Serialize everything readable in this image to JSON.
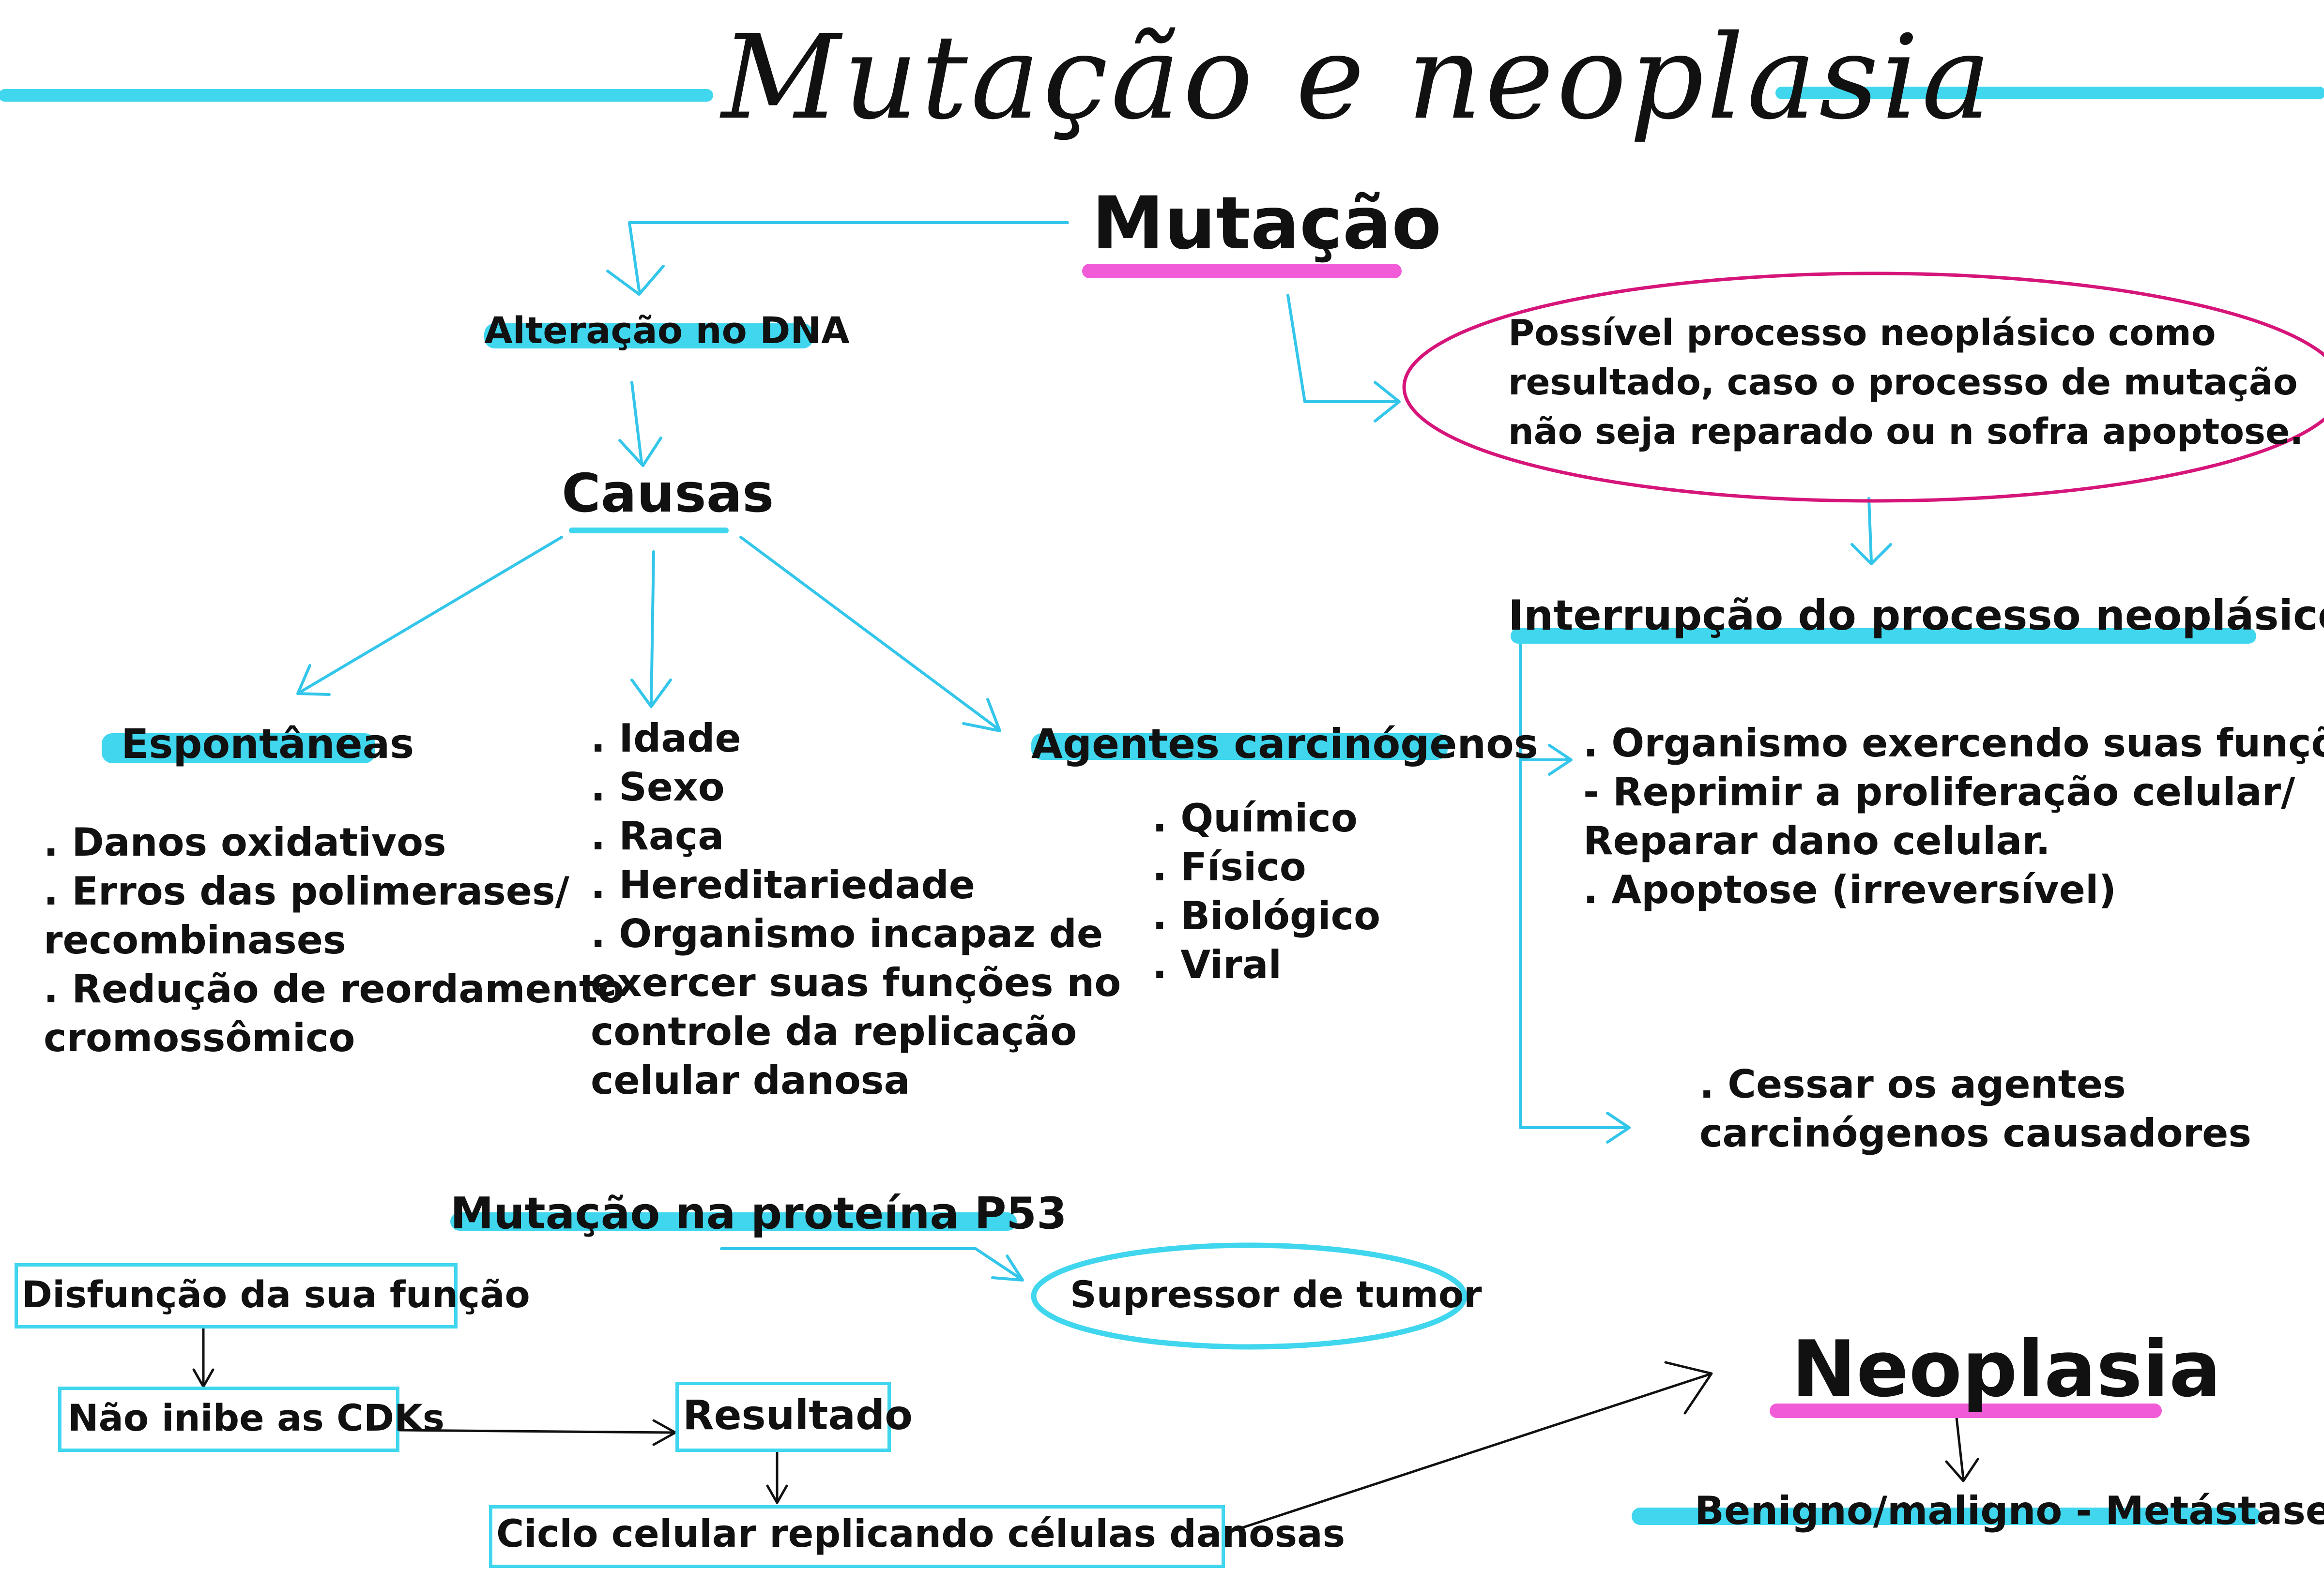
{
  "title": "Mutação e neoplasia",
  "colors": {
    "cyan": "#3fd6ee",
    "pink": "#f25bd8",
    "ellipse_border": "#d6157a",
    "arrow_cyan": "#34c6ea",
    "ink": "#111111"
  },
  "mutacao": {
    "heading": "Mutação",
    "alteracao": "Alteração no DNA",
    "causas": "Causas",
    "espontaneas": {
      "label": "Espontâneas",
      "items": [
        ". Danos oxidativos",
        ". Erros das polimerases/",
        "recombinases",
        ". Redução de reordamento",
        "cromossômico"
      ]
    },
    "fatores": {
      "items": [
        ". Idade",
        ". Sexo",
        ". Raça",
        ". Hereditariedade",
        ". Organismo incapaz de",
        "exercer suas funções no",
        "controle da replicação",
        "celular danosa"
      ]
    },
    "agentes": {
      "label": "Agentes carcinógenos",
      "items": [
        ". Químico",
        ". Físico",
        ". Biológico",
        ". Viral"
      ]
    },
    "possivel": [
      "Possível processo neoplásico como",
      "resultado, caso o processo de mutação",
      "não seja reparado ou n sofra apoptose."
    ],
    "interrupcao": {
      "label": "Interrupção do processo neoplásico",
      "organismo": [
        ". Organismo exercendo suas funções:",
        "- Reprimir a proliferação celular/",
        "Reparar dano celular.",
        ". Apoptose (irreversível)"
      ],
      "cessar": [
        ". Cessar os agentes",
        "carcinógenos causadores"
      ]
    }
  },
  "p53": {
    "label": "Mutação na proteína P53",
    "supressor": "Supressor de tumor",
    "disfuncao": "Disfunção da sua função",
    "nao_inibe": "Não inibe as CDKs",
    "resultado": "Resultado",
    "ciclo": "Ciclo celular replicando células danosas"
  },
  "neoplasia": {
    "heading": "Neoplasia",
    "sub": "Benigno/maligno - Metástase"
  }
}
